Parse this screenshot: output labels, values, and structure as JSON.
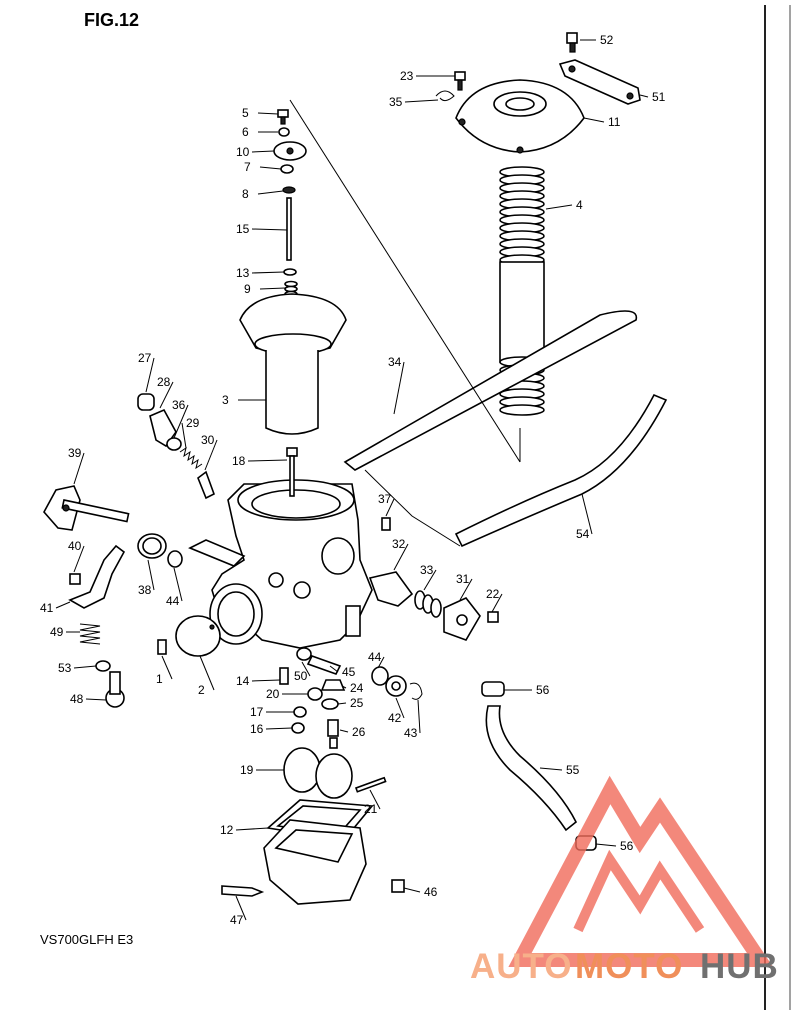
{
  "figure": {
    "title": "FIG.12",
    "model_code": "VS700GLFH E3"
  },
  "callouts": [
    {
      "id": "c52",
      "label": "52"
    },
    {
      "id": "c23",
      "label": "23"
    },
    {
      "id": "c35",
      "label": "35"
    },
    {
      "id": "c51",
      "label": "51"
    },
    {
      "id": "c11",
      "label": "11"
    },
    {
      "id": "c5",
      "label": "5"
    },
    {
      "id": "c6",
      "label": "6"
    },
    {
      "id": "c10",
      "label": "10"
    },
    {
      "id": "c7",
      "label": "7"
    },
    {
      "id": "c8",
      "label": "8"
    },
    {
      "id": "c4",
      "label": "4"
    },
    {
      "id": "c15",
      "label": "15"
    },
    {
      "id": "c13",
      "label": "13"
    },
    {
      "id": "c9",
      "label": "9"
    },
    {
      "id": "c27",
      "label": "27"
    },
    {
      "id": "c34",
      "label": "34"
    },
    {
      "id": "c28",
      "label": "28"
    },
    {
      "id": "c3",
      "label": "3"
    },
    {
      "id": "c36",
      "label": "36"
    },
    {
      "id": "c29",
      "label": "29"
    },
    {
      "id": "c30",
      "label": "30"
    },
    {
      "id": "c39",
      "label": "39"
    },
    {
      "id": "c18",
      "label": "18"
    },
    {
      "id": "c37",
      "label": "37"
    },
    {
      "id": "c54",
      "label": "54"
    },
    {
      "id": "c40",
      "label": "40"
    },
    {
      "id": "c32",
      "label": "32"
    },
    {
      "id": "c38",
      "label": "38"
    },
    {
      "id": "c44a",
      "label": "44"
    },
    {
      "id": "c33",
      "label": "33"
    },
    {
      "id": "c31",
      "label": "31"
    },
    {
      "id": "c41",
      "label": "41"
    },
    {
      "id": "c22",
      "label": "22"
    },
    {
      "id": "c49",
      "label": "49"
    },
    {
      "id": "c1",
      "label": "1"
    },
    {
      "id": "c44b",
      "label": "44"
    },
    {
      "id": "c45",
      "label": "45"
    },
    {
      "id": "c53",
      "label": "53"
    },
    {
      "id": "c50",
      "label": "50"
    },
    {
      "id": "c14",
      "label": "14"
    },
    {
      "id": "c24",
      "label": "24"
    },
    {
      "id": "c56a",
      "label": "56"
    },
    {
      "id": "c48",
      "label": "48"
    },
    {
      "id": "c2",
      "label": "2"
    },
    {
      "id": "c20",
      "label": "20"
    },
    {
      "id": "c25",
      "label": "25"
    },
    {
      "id": "c42",
      "label": "42"
    },
    {
      "id": "c17",
      "label": "17"
    },
    {
      "id": "c43",
      "label": "43"
    },
    {
      "id": "c16",
      "label": "16"
    },
    {
      "id": "c26",
      "label": "26"
    },
    {
      "id": "c19",
      "label": "19"
    },
    {
      "id": "c55",
      "label": "55"
    },
    {
      "id": "c21",
      "label": "21"
    },
    {
      "id": "c12",
      "label": "12"
    },
    {
      "id": "c56b",
      "label": "56"
    },
    {
      "id": "c46",
      "label": "46"
    },
    {
      "id": "c47",
      "label": "47"
    }
  ],
  "watermark": {
    "text_auto": "AUTO",
    "text_moto": "MOTO",
    "text_hub": "HUB",
    "color_light": "#f7b08a",
    "color_main": "#f08f5a",
    "color_dark": "#707070",
    "triangle_color": "#f06a5a"
  }
}
